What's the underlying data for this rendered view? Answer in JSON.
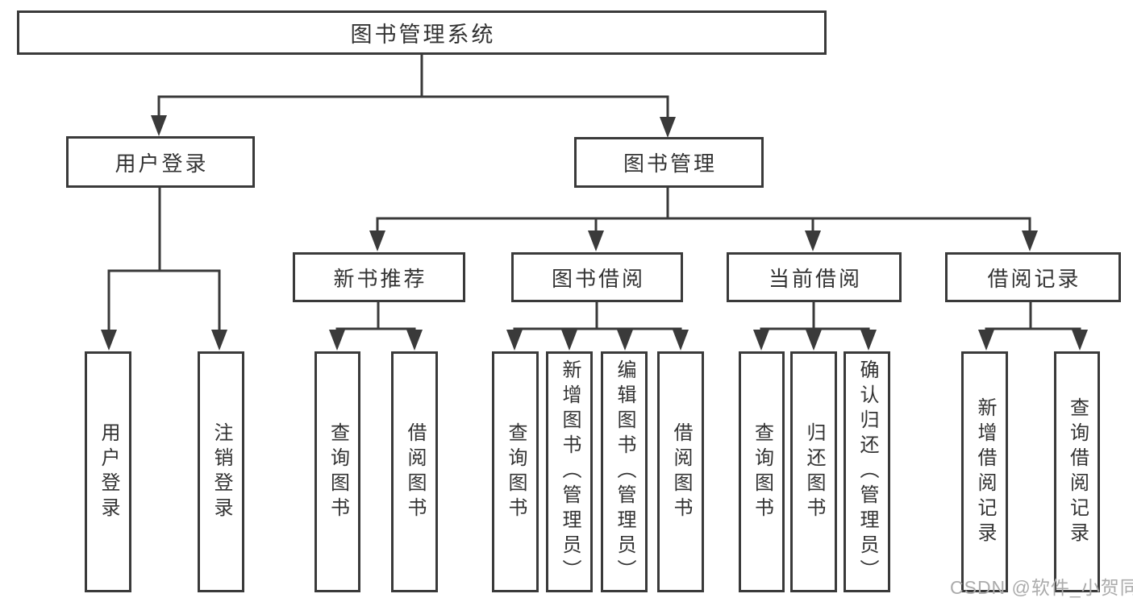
{
  "diagram": {
    "type": "tree",
    "title": "图书管理系统",
    "colors": {
      "line": "#3a3a3a",
      "text": "#333333",
      "box_background": "#ffffff",
      "watermark": "#ababab",
      "background": "#ffffff"
    },
    "root": {
      "label": "图书管理系统",
      "children": [
        {
          "label": "用户登录",
          "children": [
            {
              "label": "用户登录"
            },
            {
              "label": "注销登录"
            }
          ]
        },
        {
          "label": "图书管理",
          "children": [
            {
              "label": "新书推荐",
              "children": [
                {
                  "label": "查询图书"
                },
                {
                  "label": "借阅图书"
                }
              ]
            },
            {
              "label": "图书借阅",
              "children": [
                {
                  "label": "查询图书"
                },
                {
                  "label": "新增图书（管理员）"
                },
                {
                  "label": "编辑图书（管理员）"
                },
                {
                  "label": "借阅图书"
                }
              ]
            },
            {
              "label": "当前借阅",
              "children": [
                {
                  "label": "查询图书"
                },
                {
                  "label": "归还图书"
                },
                {
                  "label": "确认归还（管理员）"
                }
              ]
            },
            {
              "label": "借阅记录",
              "children": [
                {
                  "label": "新增借阅记录"
                },
                {
                  "label": "查询借阅记录"
                }
              ]
            }
          ]
        }
      ]
    }
  },
  "watermark": {
    "text": "CSDN @软件_小贺同学"
  }
}
